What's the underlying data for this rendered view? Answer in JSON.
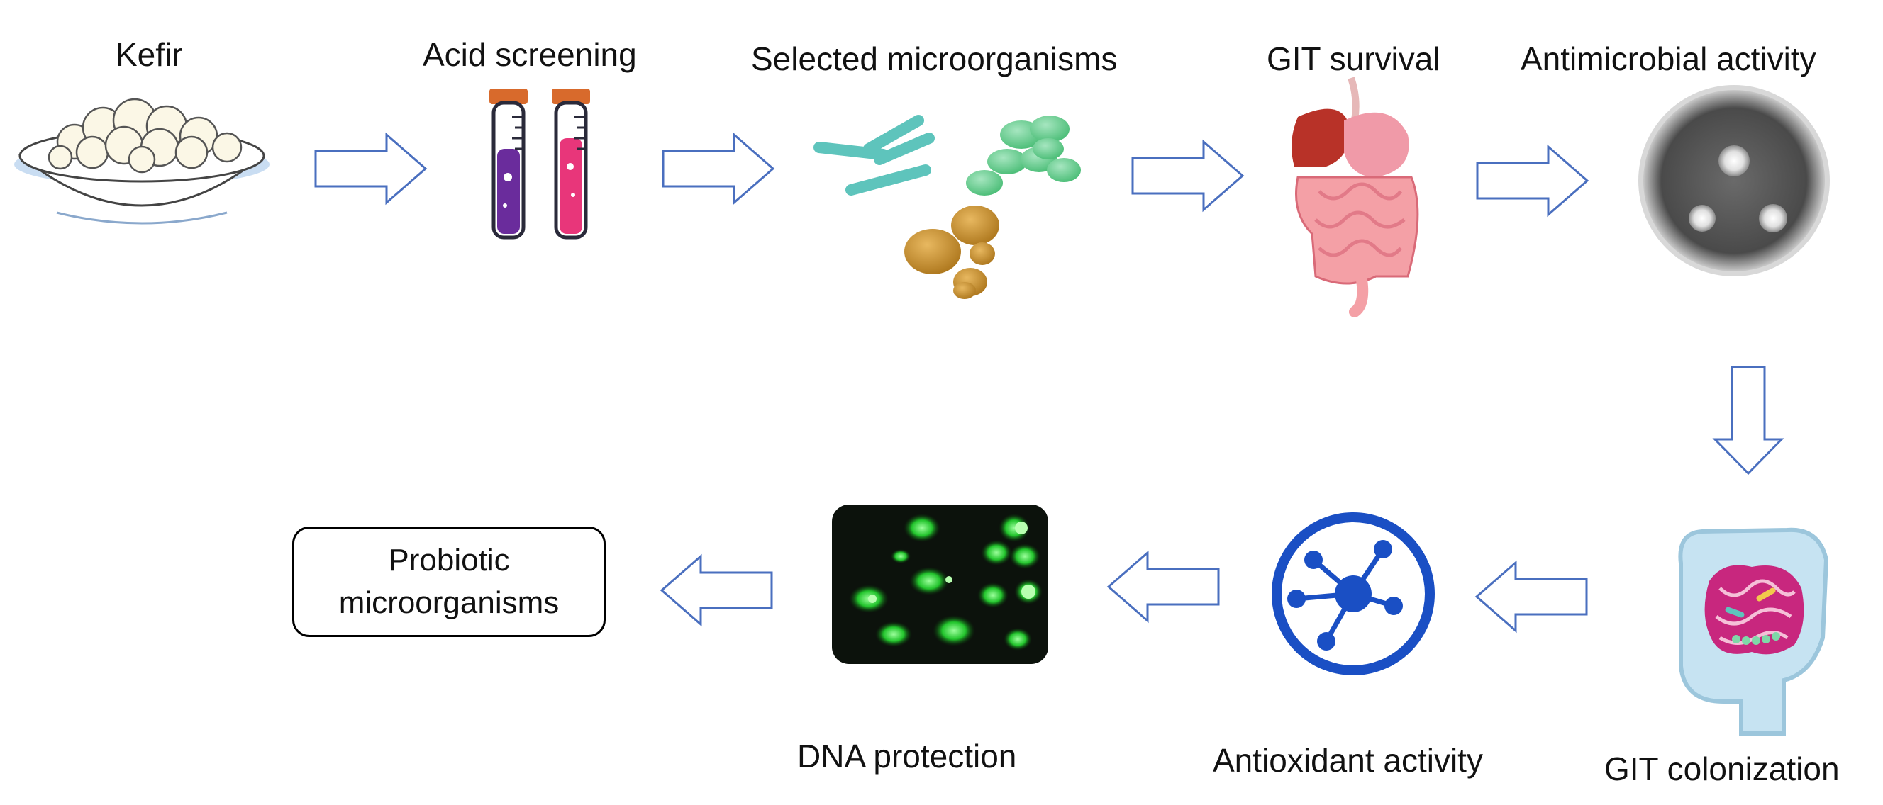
{
  "steps": {
    "kefir": "Kefir",
    "acid_screening": "Acid screening",
    "selected_microorganisms": "Selected microorganisms",
    "git_survival": "GIT survival",
    "antimicrobial_activity": "Antimicrobial activity",
    "git_colonization": "GIT colonization",
    "antioxidant_activity": "Antioxidant activity",
    "dna_protection": "DNA protection"
  },
  "result": {
    "line1": "Probiotic",
    "line2": "microorganisms"
  },
  "colors": {
    "arrow_stroke": "#4a6fbf",
    "antioxidant_blue": "#1a4fc4",
    "acid_purple": "#6a2c9c",
    "acid_pink": "#e8367a",
    "fluorescence_green": "#3ee04a"
  }
}
